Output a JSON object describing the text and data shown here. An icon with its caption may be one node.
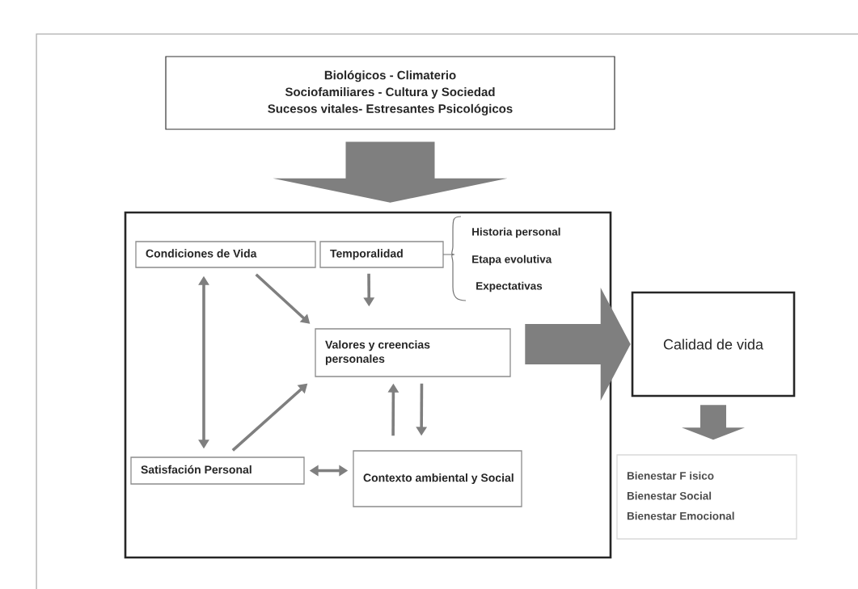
{
  "diagram": {
    "nodes": [
      {
        "text": [
          "Biológicos - Climaterio",
          "Sociofamiliares - Cultura y Sociedad",
          "Sucesos vitales- Estresantes Psicológicos"
        ]
      },
      {
        "text": [],
        "shape": "box"
      },
      {
        "text": [
          "Condiciones de Vida"
        ],
        "in": 1
      },
      {
        "text": [
          "Temporalidad"
        ],
        "in": 1
      },
      {
        "text": [
          "Valores y creencias personales"
        ],
        "in": 1
      },
      {
        "text": [
          "Satisfación Personal"
        ],
        "in": 1
      },
      {
        "text": [
          "Contexto ambiental y Social"
        ],
        "in": 1
      },
      {
        "text": [
          "Calidad de vida"
        ]
      },
      {
        "text": [
          "Bienestar F isico",
          "Bienestar Social",
          "Bienestar Emocional"
        ]
      }
    ],
    "edges": [
      {
        "from": 0,
        "to": 1,
        "arrow": "to",
        "style": "thick"
      },
      {
        "from": 3,
        "to": 4,
        "arrow": "to"
      },
      {
        "from": 2,
        "to": 4,
        "arrow": "to"
      },
      {
        "from": 2,
        "to": 5,
        "arrow": "both"
      },
      {
        "from": 5,
        "to": 4,
        "arrow": "to"
      },
      {
        "from": 6,
        "to": 4,
        "arrow": "to"
      },
      {
        "from": 4,
        "to": 6,
        "arrow": "to"
      },
      {
        "from": 5,
        "to": 6,
        "arrow": "both"
      },
      {
        "from": 1,
        "to": 7,
        "arrow": "to",
        "style": "thick"
      },
      {
        "from": 7,
        "to": 8,
        "arrow": "to",
        "style": "thick"
      }
    ],
    "labels": [
      "Historia personal",
      "Etapa evolutiva",
      "Expectativas"
    ]
  }
}
